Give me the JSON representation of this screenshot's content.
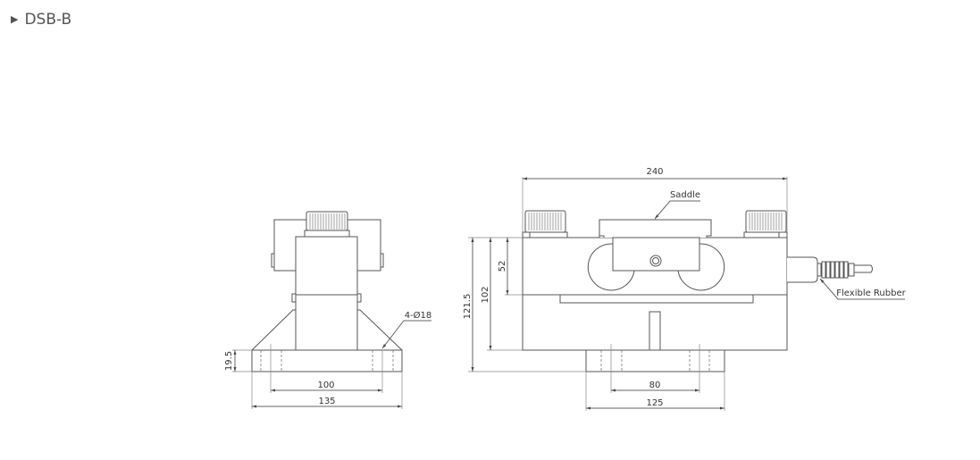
{
  "section": {
    "icon": "caret-right-icon",
    "title": "DSB-B"
  },
  "drawing": {
    "colors": {
      "line": "#555555",
      "dim": "#777777",
      "text": "#333333",
      "background": "#ffffff"
    },
    "side_view": {
      "labels": {
        "hole_callout": "4-Ø18",
        "flange_height": "19.5",
        "hole_spacing": "100",
        "flange_width": "135"
      }
    },
    "front_view": {
      "labels": {
        "overall_length": "240",
        "saddle": "Saddle",
        "cable": "Flexible Rubber",
        "height_52": "52",
        "height_102": "102",
        "height_total": "121.5",
        "hole_spacing": "80",
        "base_width": "125"
      }
    }
  }
}
